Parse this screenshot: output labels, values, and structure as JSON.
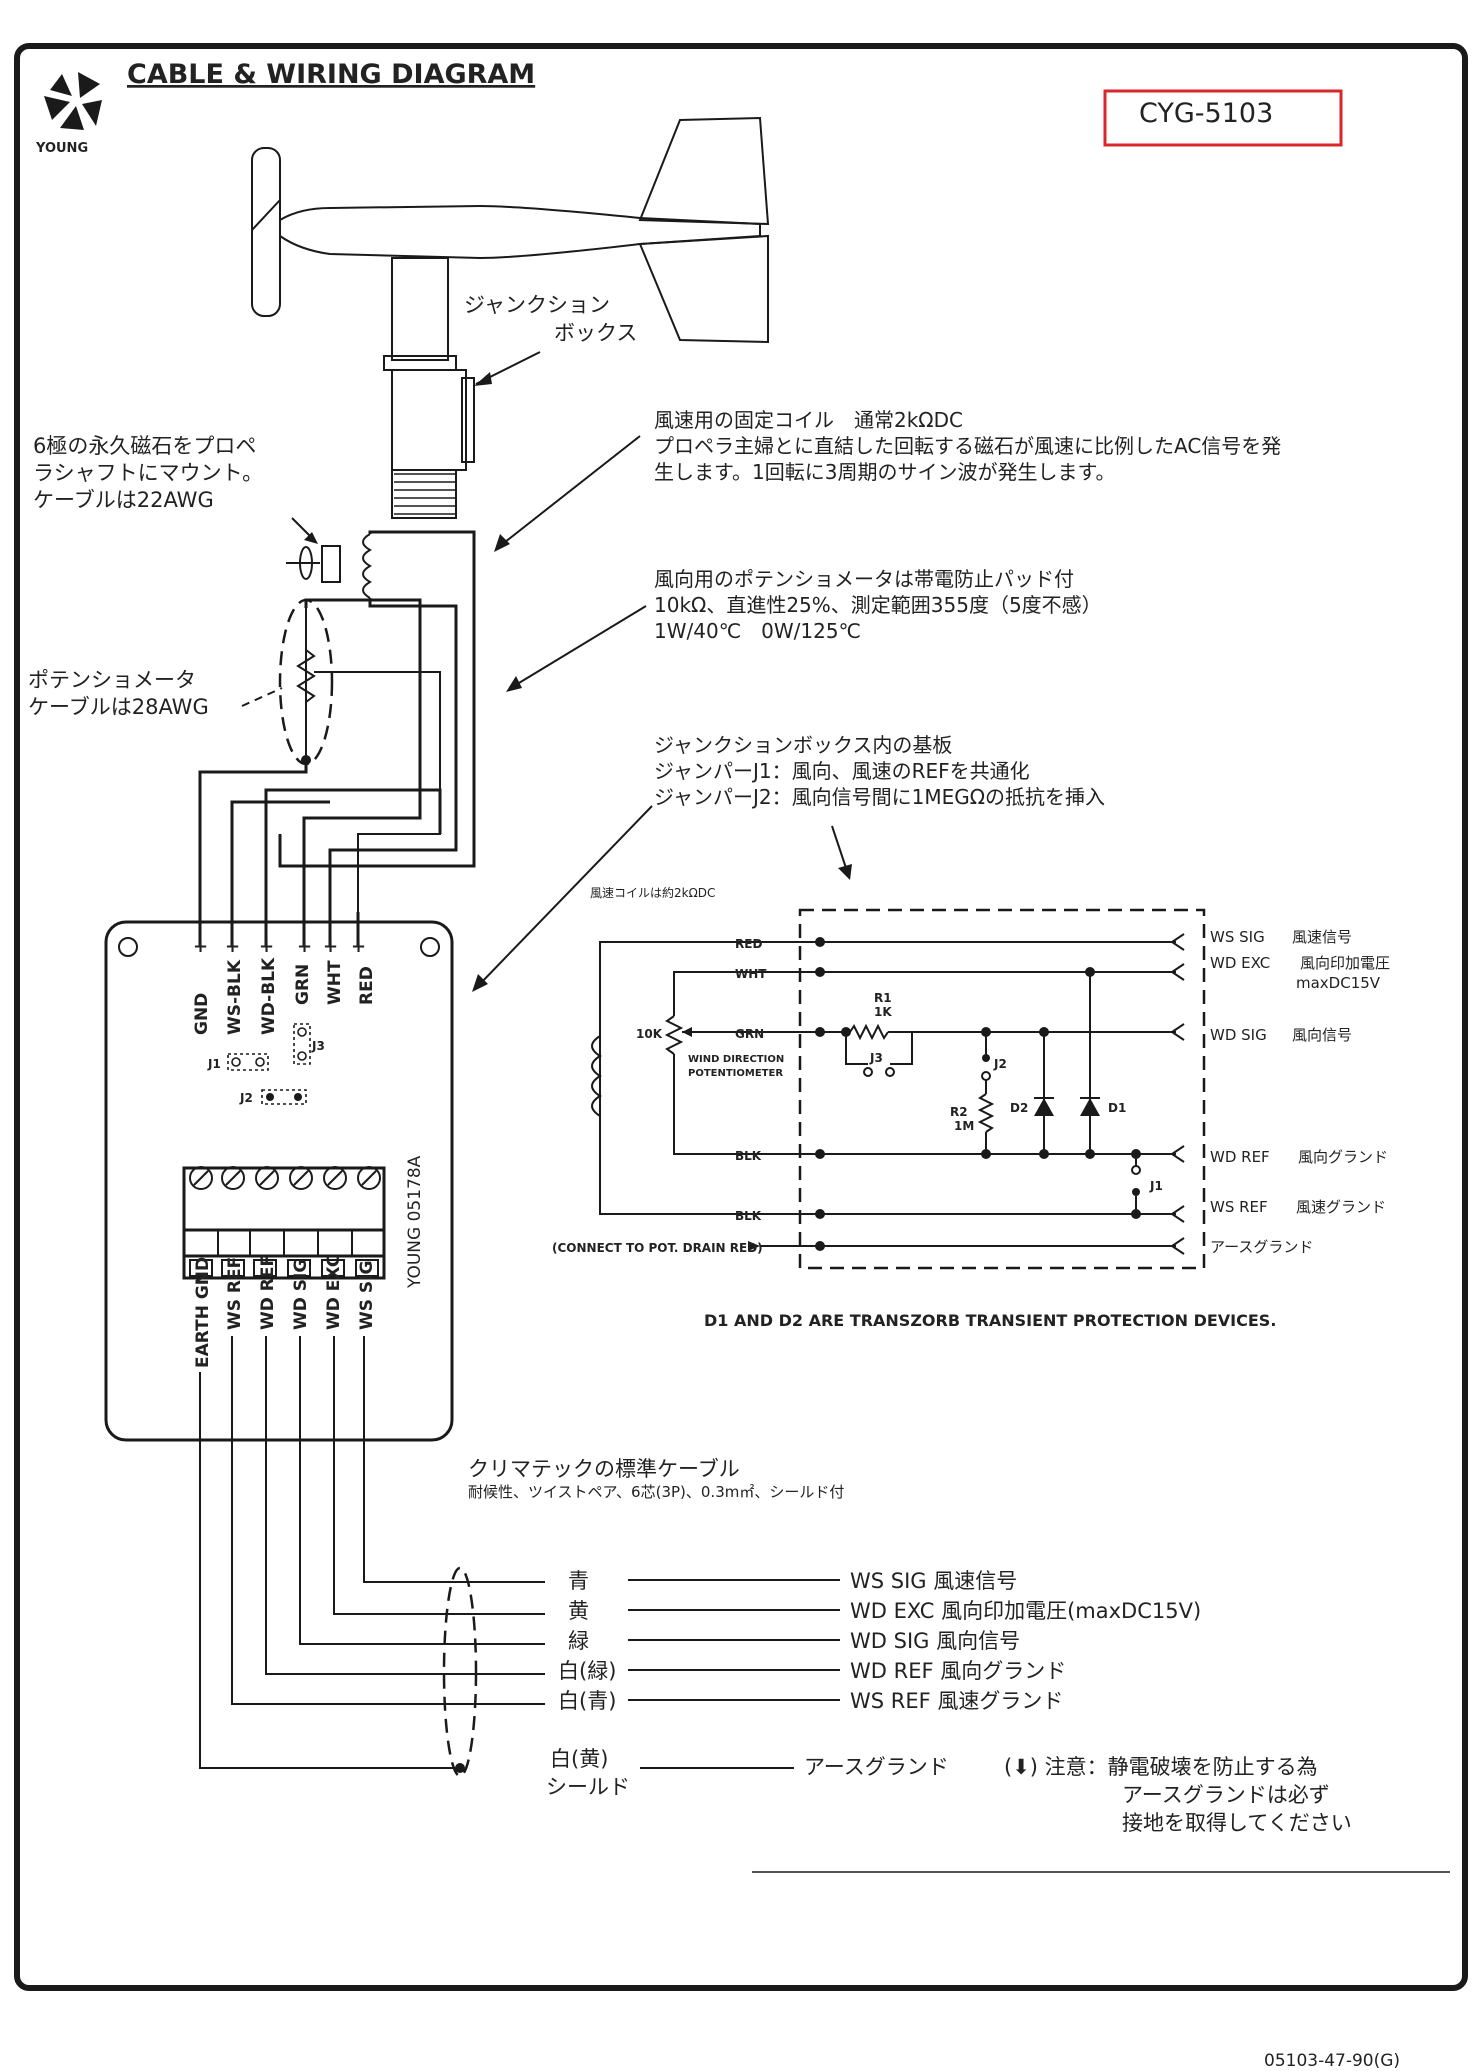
{
  "header": {
    "title": "CABLE & WIRING DIAGRAM",
    "logo_text": "YOUNG",
    "model": "CYG-5103"
  },
  "colors": {
    "model_box": "#d9262b",
    "line": "#1a1a1a"
  },
  "notes": {
    "junction_box": [
      "ジャンクション",
      "ボックス"
    ],
    "ws_coil": [
      "風速用の固定コイル　通常2kΩDC",
      "プロペラ主婦とに直結した回転する磁石が風速に比例したAC信号を発",
      "生します。1回転に3周期のサイン波が発生します。"
    ],
    "magnet": [
      "6極の永久磁石をプロペ",
      "ラシャフトにマウント。",
      "ケーブルは22AWG"
    ],
    "wd_pot": [
      "風向用のポテンショメータは帯電防止パッド付",
      "10kΩ、直進性25%、測定範囲355度（5度不感）",
      "1W/40℃　0W/125℃"
    ],
    "pot_cable": [
      "ポテンショメータ",
      "ケーブルは28AWG"
    ],
    "pcb": [
      "ジャンクションボックス内の基板",
      "ジャンパーJ1：風向、風速のREFを共通化",
      "ジャンパーJ2：風向信号間に1MEGΩの抵抗を挿入"
    ],
    "cable": [
      "クリマテックの標準ケーブル",
      "耐候性、ツイストペア、6芯(3P)、0.3m㎡、シールド付"
    ],
    "caution": [
      "(⬇) 注意：静電破壊を防止する為",
      "アースグランドは必ず",
      "接地を取得してください"
    ]
  },
  "board": {
    "top_pins": [
      "GND",
      "WS-BLK",
      "WD-BLK",
      "GRN",
      "WHT",
      "RED"
    ],
    "plus": "+",
    "j1": "J1",
    "j2": "J2",
    "j3": "J3",
    "model": "YOUNG 05178A",
    "bottom_terms": [
      "EARTH GND",
      "WS REF",
      "WD REF",
      "WD SIG",
      "WD EXC",
      "WS SIG"
    ]
  },
  "schematic": {
    "coil_note": "風速コイルは約2kΩDC",
    "wires": [
      "RED",
      "WHT",
      "GRN",
      "BLK",
      "BLK",
      "(CONNECT TO POT. DRAIN RED)"
    ],
    "pot_value": "10K",
    "pot_label": [
      "WIND DIRECTION",
      "POTENTIOMETER"
    ],
    "r1": [
      "R1",
      "1K"
    ],
    "j3": "J3",
    "j2": "J2",
    "r2": [
      "R2",
      "1M"
    ],
    "d1": "D1",
    "d2": "D2",
    "j1": "J1",
    "outputs": [
      [
        "WS SIG",
        "風速信号"
      ],
      [
        "WD EXC",
        "風向印加電圧",
        "maxDC15V"
      ],
      [
        "WD SIG",
        "風向信号"
      ],
      [
        "WD REF",
        "風向グランド"
      ],
      [
        "WS REF",
        "風速グランド"
      ],
      [
        "アースグランド"
      ]
    ],
    "footnote": "D1 AND D2 ARE TRANSZORB TRANSIENT PROTECTION DEVICES."
  },
  "cable_map": [
    {
      "color": "青",
      "signal": "WS SIG 風速信号"
    },
    {
      "color": "黄",
      "signal": "WD EXC 風向印加電圧(maxDC15V)"
    },
    {
      "color": "緑",
      "signal": "WD SIG 風向信号"
    },
    {
      "color": "白(緑)",
      "signal": "WD REF 風向グランド"
    },
    {
      "color": "白(青)",
      "signal": "WS REF 風速グランド"
    }
  ],
  "shield": {
    "color": [
      "白(黄)",
      "シールド"
    ],
    "signal": "アースグランド"
  },
  "doc_number": "05103-47-90(G)"
}
